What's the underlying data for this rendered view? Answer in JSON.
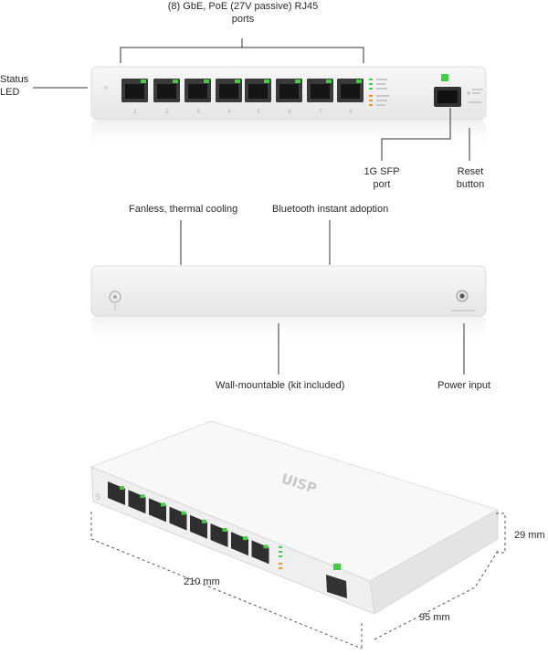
{
  "top_view": {
    "ports_label_line1": "(8) GbE, PoE (27V passive) RJ45",
    "ports_label_line2": "ports",
    "status_label_line1": "Status",
    "status_label_line2": "LED",
    "sfp_label_line1": "1G SFP",
    "sfp_label_line2": "port",
    "reset_label_line1": "Reset",
    "reset_label_line2": "button",
    "logo_text": "S",
    "port_numbers": [
      "1",
      "2",
      "3",
      "4",
      "5",
      "6",
      "7",
      "8"
    ]
  },
  "back_view": {
    "fanless_label": "Fanless, thermal cooling",
    "bluetooth_label": "Bluetooth instant adoption",
    "wall_label": "Wall-mountable (kit included)",
    "power_label": "Power input"
  },
  "iso_view": {
    "brand_text": "UISP",
    "width_dim": "210 mm",
    "depth_dim": "95 mm",
    "height_dim": "29 mm"
  },
  "colors": {
    "port_led_green": "#3fcf3f",
    "port_led_orange": "#e89a2b",
    "line": "#333333"
  }
}
